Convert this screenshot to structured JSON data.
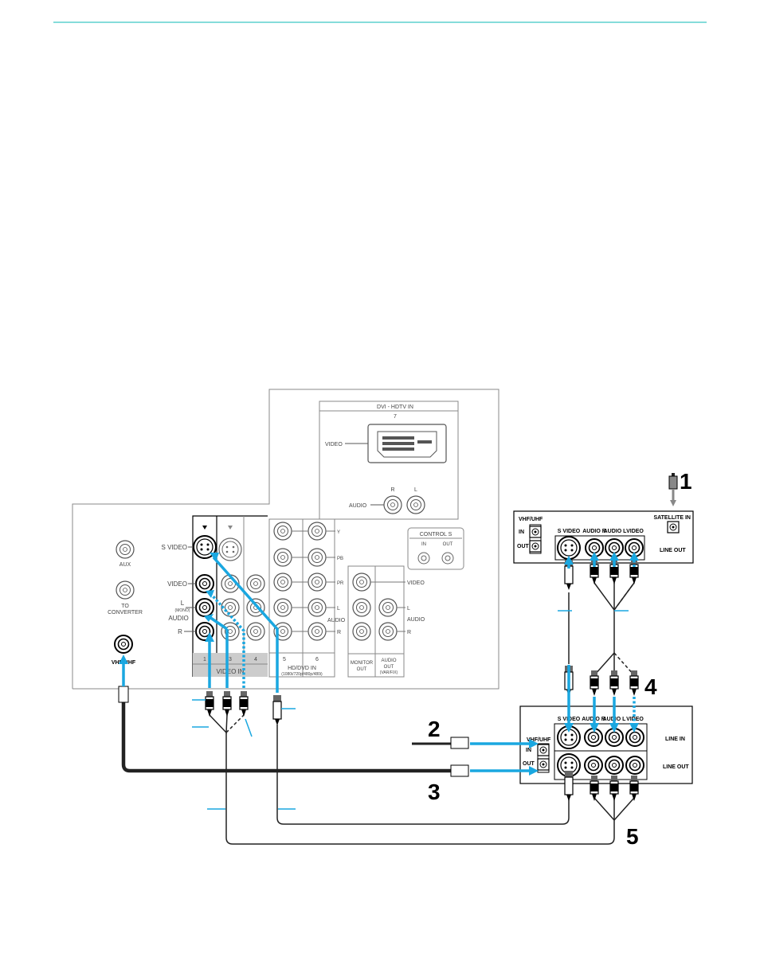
{
  "tv_panel": {
    "dvi": {
      "title": "DVI - HDTV  IN",
      "number": "7",
      "video_label": "VIDEO",
      "audio_label": "AUDIO",
      "r": "R",
      "l": "L"
    },
    "left": {
      "aux": "AUX",
      "to_converter_1": "TO",
      "to_converter_2": "CONVERTER",
      "vhf_uhf": "VHF/UHF"
    },
    "video_in": {
      "s_video": "S VIDEO",
      "video": "VIDEO",
      "l": "L",
      "mono": "(MONO)",
      "audio": "AUDIO",
      "r": "R",
      "col1": "1",
      "col3": "3",
      "col4": "4",
      "footer": "VIDEO IN"
    },
    "hd": {
      "col5": "5",
      "col6": "6",
      "title": "HD/DVD IN",
      "sub": "(1080i/720p/480p/480i)",
      "y": "Y",
      "pb": "PB",
      "pr": "PR",
      "l": "L",
      "audio": "AUDIO",
      "r": "R"
    },
    "control_s": {
      "title": "CONTROL S",
      "in": "IN",
      "out": "OUT"
    },
    "monitor": {
      "video": "VIDEO",
      "l": "L",
      "audio": "AUDIO",
      "r": "R",
      "monitor_1": "MONITOR",
      "monitor_2": "OUT",
      "aout_1": "AUDIO",
      "aout_2": "OUT",
      "aout_3": "(VAR/FIX)"
    }
  },
  "satellite": {
    "vhf_uhf": "VHF/UHF",
    "in": "IN",
    "out": "OUT",
    "s_video": "S VIDEO",
    "audio_r": "AUDIO R",
    "audio_l": "AUDIO L",
    "video": "VIDEO",
    "satellite_in": "SATELLITE IN",
    "line_out": "LINE OUT"
  },
  "vcr": {
    "vhf_uhf": "VHF/UHF",
    "in": "IN",
    "out": "OUT",
    "s_video": "S VIDEO",
    "audio_r": "AUDIO R",
    "audio_l": "AUDIO L",
    "video": "VIDEO",
    "line_in": "LINE IN",
    "line_out": "LINE OUT"
  },
  "callouts": {
    "n1": "1",
    "n2": "2",
    "n3": "3",
    "n4": "4",
    "n5": "5"
  },
  "colors": {
    "accent": "#1aa7e0",
    "rule": "#3cc7c4",
    "cable": "#222222"
  }
}
